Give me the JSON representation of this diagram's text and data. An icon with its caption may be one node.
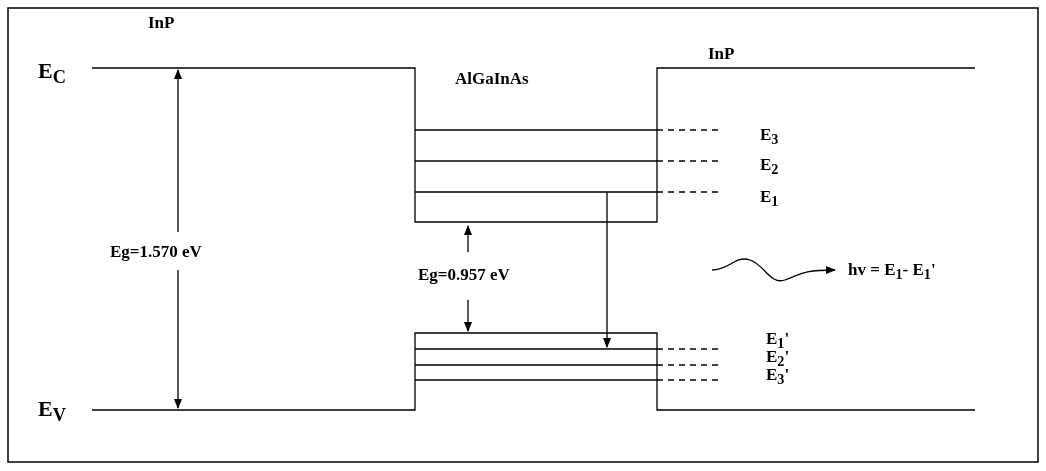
{
  "diagram": {
    "labels": [
      "InP",
      "InP",
      "E$_{C}$",
      "AlGaInAs",
      "E$_{3}$",
      "E$_{2}$",
      "E$_{1}$",
      "Eg=1.570 eV",
      "Eg=0.957 eV",
      "hv = E$_{1}$- E$_{1}$'",
      "E$_{1}$'",
      "E$_{2}$'",
      "E$_{3}$'",
      "E$_{V}$"
    ]
  }
}
